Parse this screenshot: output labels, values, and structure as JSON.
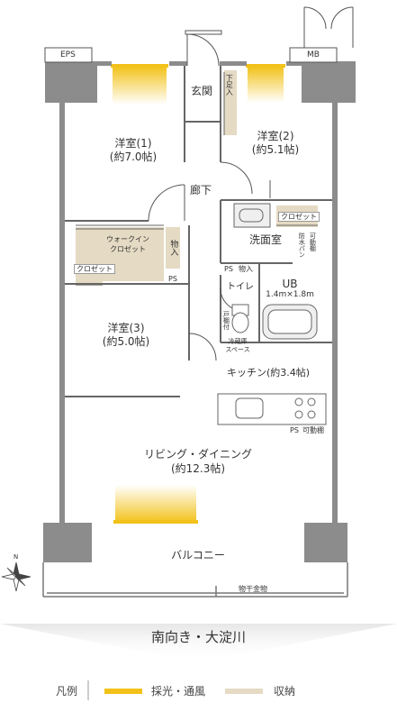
{
  "labels": {
    "eps": "EPS",
    "mb": "MB",
    "genkan": "玄関",
    "shoe_closet": "下足入",
    "room1_name": "洋室(1)",
    "room1_size": "(約7.0帖)",
    "room2_name": "洋室(2)",
    "room2_size": "(約5.1帖)",
    "corridor": "廊下",
    "closet_r2": "クロゼット",
    "walkin_line1": "ウォークイン",
    "walkin_line2": "クロゼット",
    "storage": "物入",
    "closet_left": "クロゼット",
    "ps": "PS",
    "washroom": "洗面室",
    "movable_shelf_v": "可動棚",
    "waterproof_pan": "防水パン",
    "ps2": "PS",
    "storage2": "物入",
    "ub": "UB",
    "ub_size": "1.4m×1.8m",
    "toilet": "トイレ",
    "cabinet_door_shelf": "戸棚付",
    "fridge_line1": "冷蔵庫",
    "fridge_line2": "スペース",
    "room3_name": "洋室(3)",
    "room3_size": "(約5.0帖)",
    "kitchen": "キッチン(約3.4帖)",
    "ps3": "PS",
    "movable_shelf": "可動棚",
    "living_name": "リビング・ダイニング",
    "living_size": "(約12.3帖)",
    "balcony": "バルコニー",
    "laundry_fixture": "物干金物",
    "compass_n": "N"
  },
  "footer": {
    "orientation": "南向き・大淀川"
  },
  "legend": {
    "title": "凡例",
    "light_air": "採光・通風",
    "storage": "収納"
  },
  "colors": {
    "wall": "#8c8c8c",
    "wall_dark": "#7a7a7a",
    "window_glow": "#f2c21a",
    "storage_fill": "#e5dac3",
    "line": "#555555",
    "fixture_fill": "#efefef"
  }
}
